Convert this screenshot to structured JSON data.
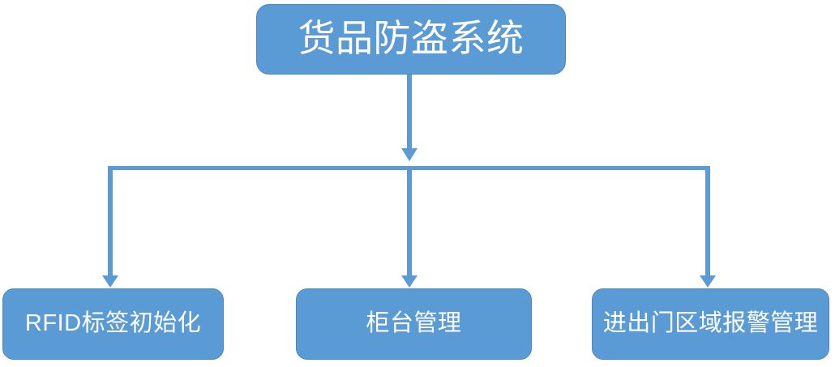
{
  "diagram": {
    "type": "hierarchy-tree",
    "title_node": {
      "id": "root",
      "label": "货品防盗系统"
    },
    "children": [
      {
        "id": "leaf-rfid",
        "label": "RFID标签初始化"
      },
      {
        "id": "leaf-counter",
        "label": "柜台管理"
      },
      {
        "id": "leaf-gate",
        "label": "进出门区域报警管理"
      }
    ],
    "colors": {
      "node_fill": "#5B9BD5",
      "node_border": "#4A87BD",
      "node_text": "#FFFFFF",
      "connector": "#5B9BD5",
      "background": "#FFFFFF"
    }
  }
}
